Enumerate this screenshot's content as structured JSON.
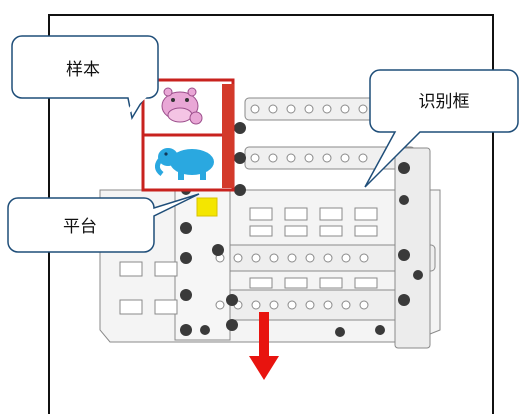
{
  "callouts": {
    "sample": "样本",
    "frame": "识别框",
    "platform": "平台"
  },
  "colors": {
    "outline": "#1f4e79",
    "callout_fill": "#ffffff",
    "arrow": "#e8140f",
    "cube_frame": "#c8221e",
    "platform_square": "#f4e600",
    "structure": "#f1f1f1",
    "structure_edge": "#8a8a8a"
  },
  "icons": [
    "hippo-icon",
    "elephant-icon",
    "down-arrow-icon"
  ]
}
